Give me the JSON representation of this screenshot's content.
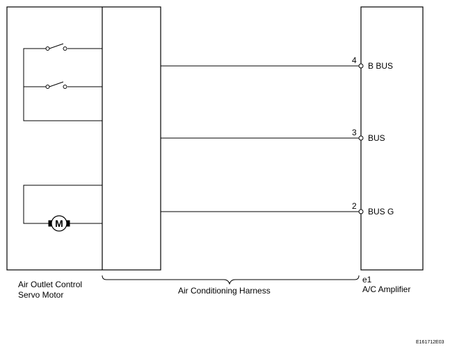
{
  "components": {
    "servo_motor": {
      "line1": "Air Outlet Control",
      "line2": "Servo Motor"
    },
    "harness": {
      "label": "Air Conditioning Harness"
    },
    "amplifier": {
      "connector": "e1",
      "name": "A/C Amplifier"
    }
  },
  "pins": [
    {
      "number": "4",
      "signal": "B BUS"
    },
    {
      "number": "3",
      "signal": "BUS"
    },
    {
      "number": "2",
      "signal": "BUS G"
    }
  ],
  "motor_symbol": "M",
  "image_code": "E161712E03"
}
